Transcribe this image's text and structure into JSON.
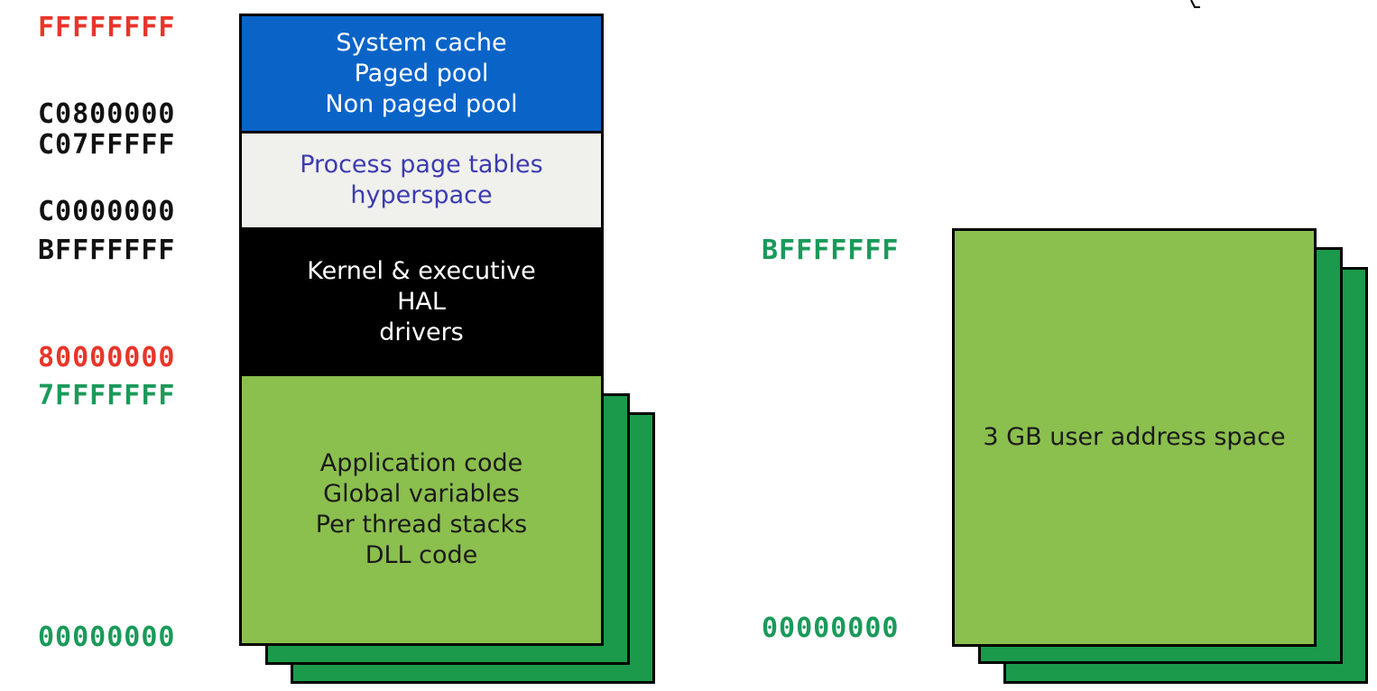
{
  "left_map": {
    "addresses": [
      {
        "text": "FFFFFFFF",
        "color": "#e8352a"
      },
      {
        "text": "C0800000",
        "color": "#111111"
      },
      {
        "text": "C07FFFFF",
        "color": "#111111"
      },
      {
        "text": "C0000000",
        "color": "#111111"
      },
      {
        "text": "BFFFFFFF",
        "color": "#111111"
      },
      {
        "text": "80000000",
        "color": "#e8352a"
      },
      {
        "text": "7FFFFFFF",
        "color": "#1a9a5a"
      },
      {
        "text": "00000000",
        "color": "#1a9a5a"
      }
    ],
    "blocks": {
      "system": {
        "lines": [
          "System cache",
          "Paged pool",
          "Non paged pool"
        ],
        "color": "#0a64c8",
        "text_color": "#ffffff"
      },
      "page_tables": {
        "lines": [
          "Process page tables",
          "hyperspace"
        ],
        "color": "#f0f0ec",
        "text_color": "#3b3bb0"
      },
      "kernel": {
        "lines": [
          "Kernel & executive",
          "HAL",
          "drivers"
        ],
        "color": "#000000",
        "text_color": "#ffffff"
      },
      "user": {
        "lines": [
          "Application code",
          "Global variables",
          "Per thread stacks",
          "DLL code"
        ],
        "color": "#8bbf4e",
        "text_color": "#1a1a1a"
      }
    }
  },
  "right_map": {
    "addresses": [
      {
        "text": "BFFFFFFF",
        "color": "#1a9a5a"
      },
      {
        "text": "00000000",
        "color": "#1a9a5a"
      }
    ],
    "block": {
      "label": "3 GB user address space",
      "color": "#8bbf4e",
      "text_color": "#1a1a1a"
    },
    "stack_color": "#1a9a4a"
  }
}
